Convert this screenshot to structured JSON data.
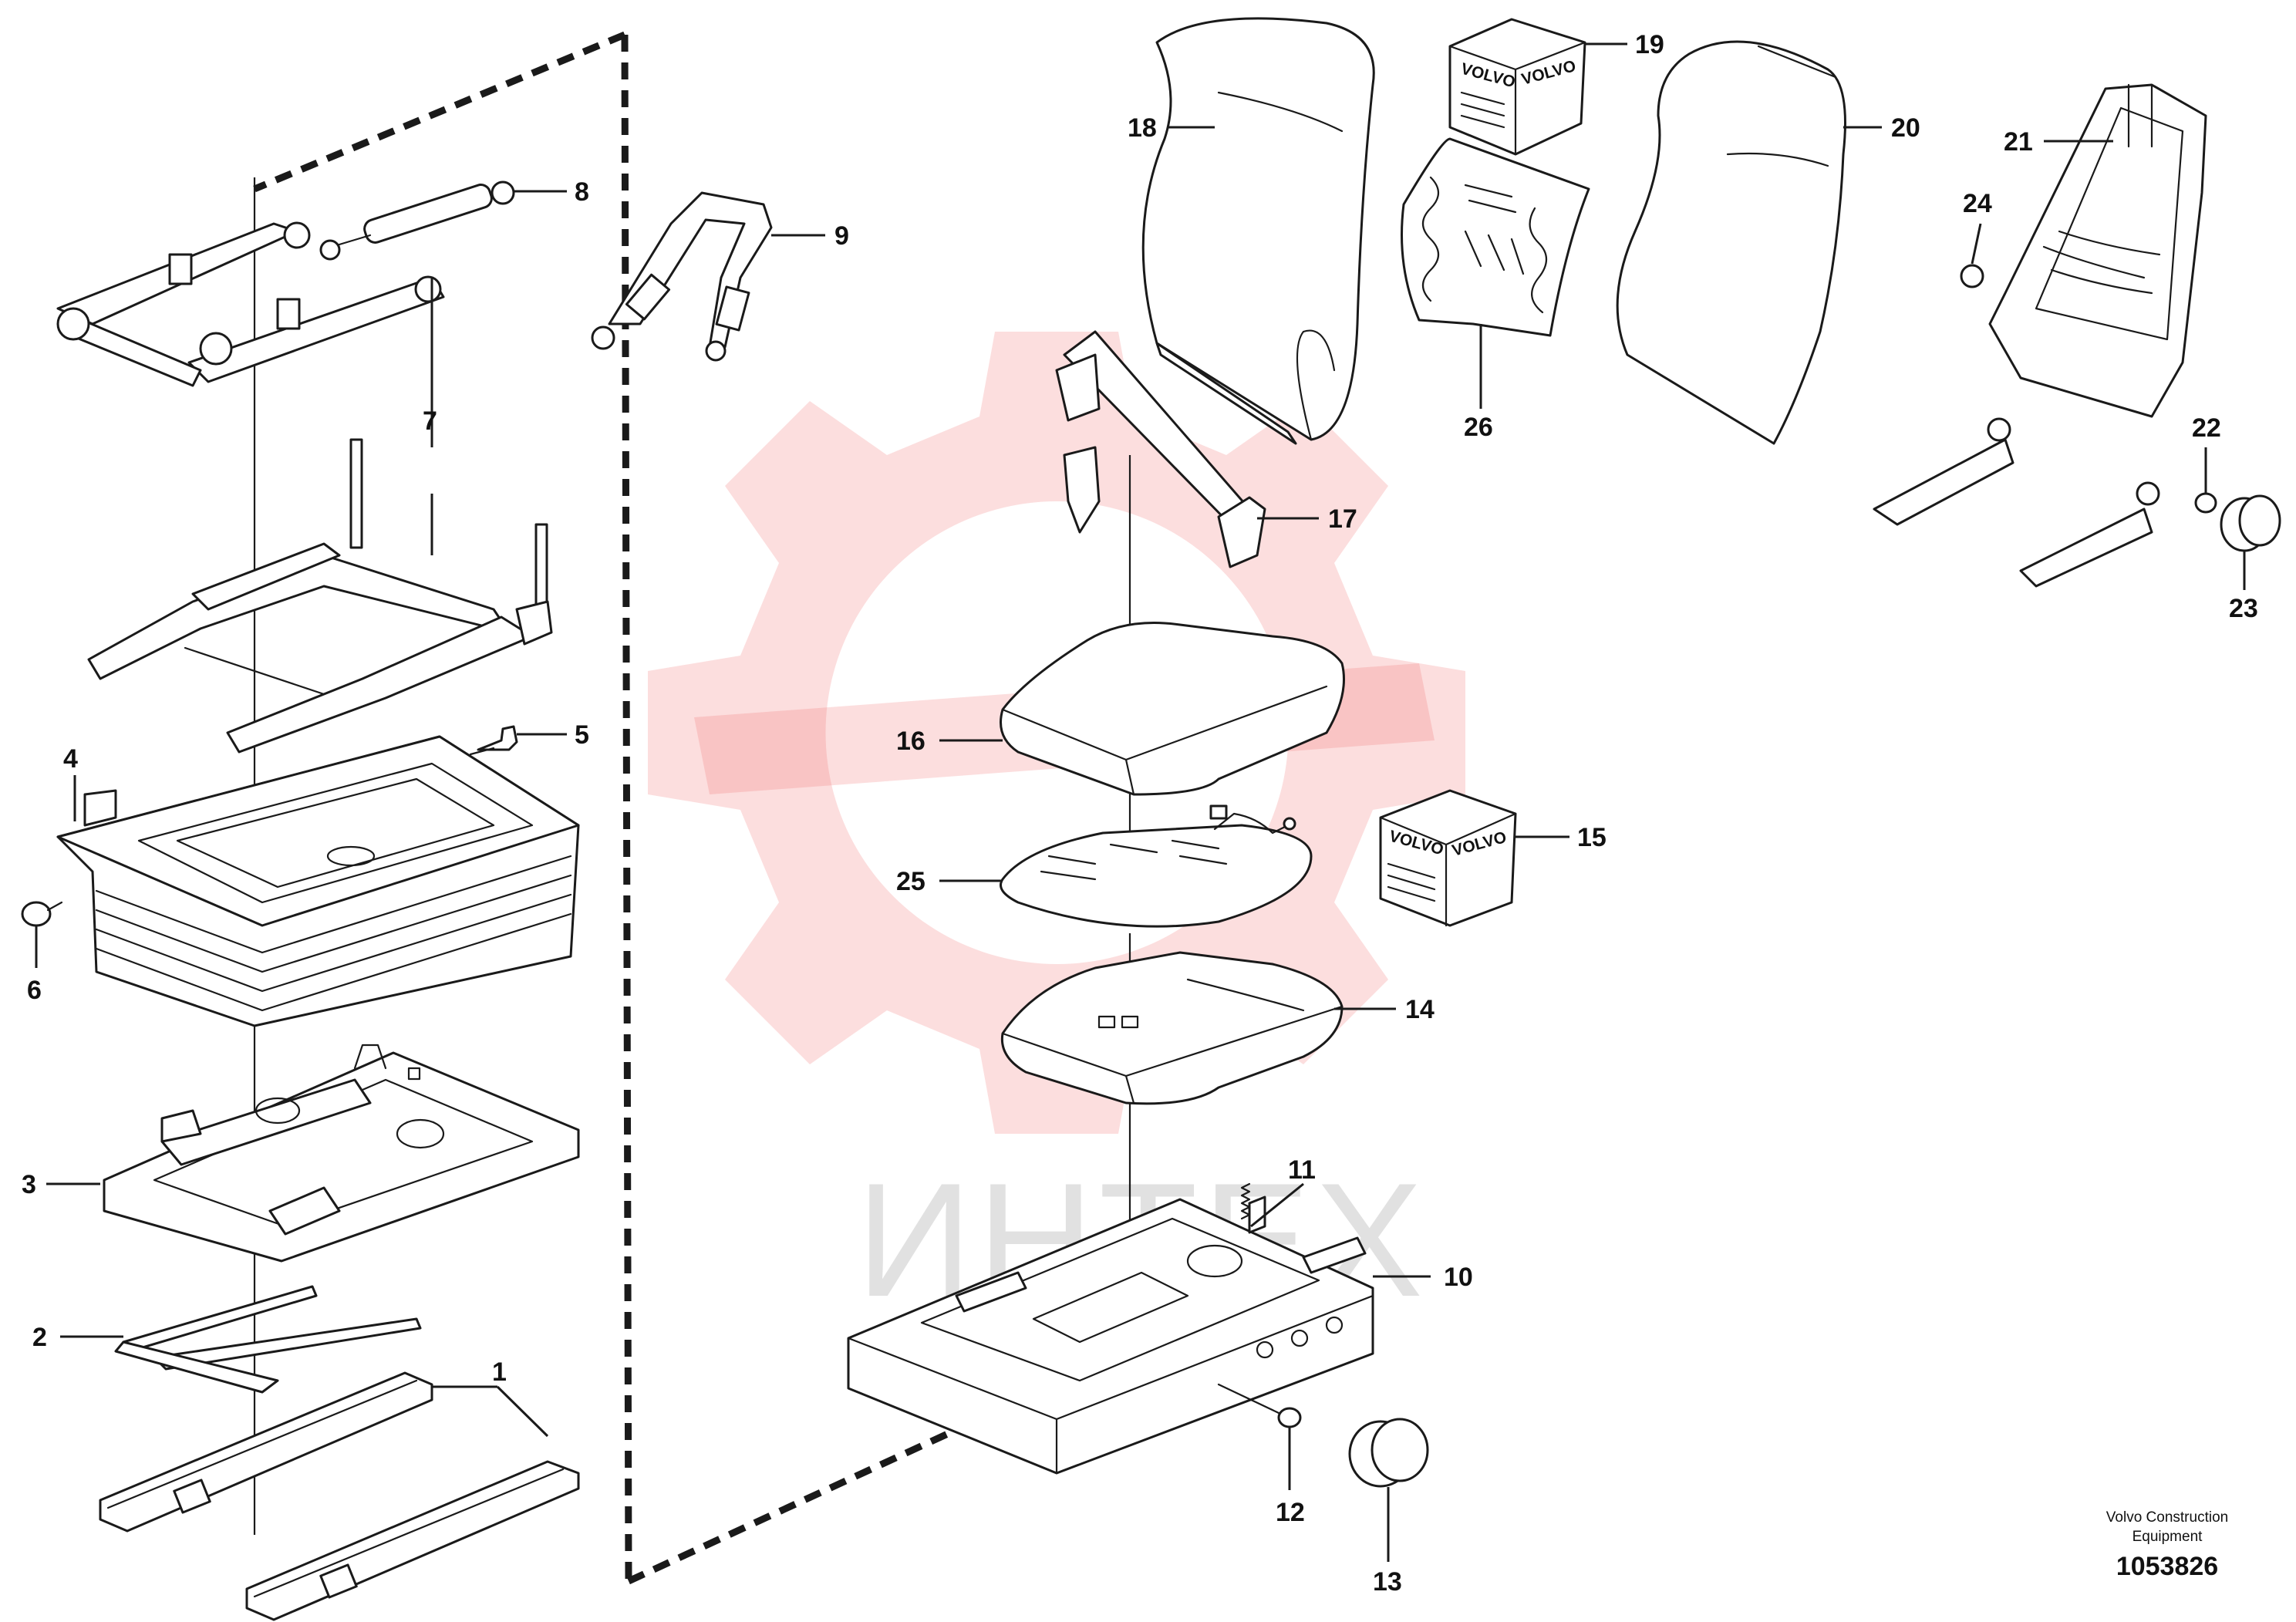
{
  "callouts": [
    {
      "label": "1"
    },
    {
      "label": "2"
    },
    {
      "label": "3"
    },
    {
      "label": "4"
    },
    {
      "label": "5"
    },
    {
      "label": "6"
    },
    {
      "label": "7"
    },
    {
      "label": "8"
    },
    {
      "label": "9"
    },
    {
      "label": "10"
    },
    {
      "label": "11"
    },
    {
      "label": "12"
    },
    {
      "label": "13"
    },
    {
      "label": "14"
    },
    {
      "label": "15"
    },
    {
      "label": "16"
    },
    {
      "label": "17"
    },
    {
      "label": "18"
    },
    {
      "label": "19"
    },
    {
      "label": "20"
    },
    {
      "label": "21"
    },
    {
      "label": "22"
    },
    {
      "label": "23"
    },
    {
      "label": "24"
    },
    {
      "label": "25"
    },
    {
      "label": "26"
    }
  ],
  "kit_boxes": {
    "box_15": {
      "brand_text": "VOLVO"
    },
    "box_19": {
      "brand_text": "VOLVO"
    }
  },
  "footer": {
    "line1": "Volvo Construction",
    "line2": "Equipment",
    "drawing_number": "1053826"
  },
  "watermark": {
    "text": "ИНТЕХ",
    "color": "#f2686a"
  }
}
